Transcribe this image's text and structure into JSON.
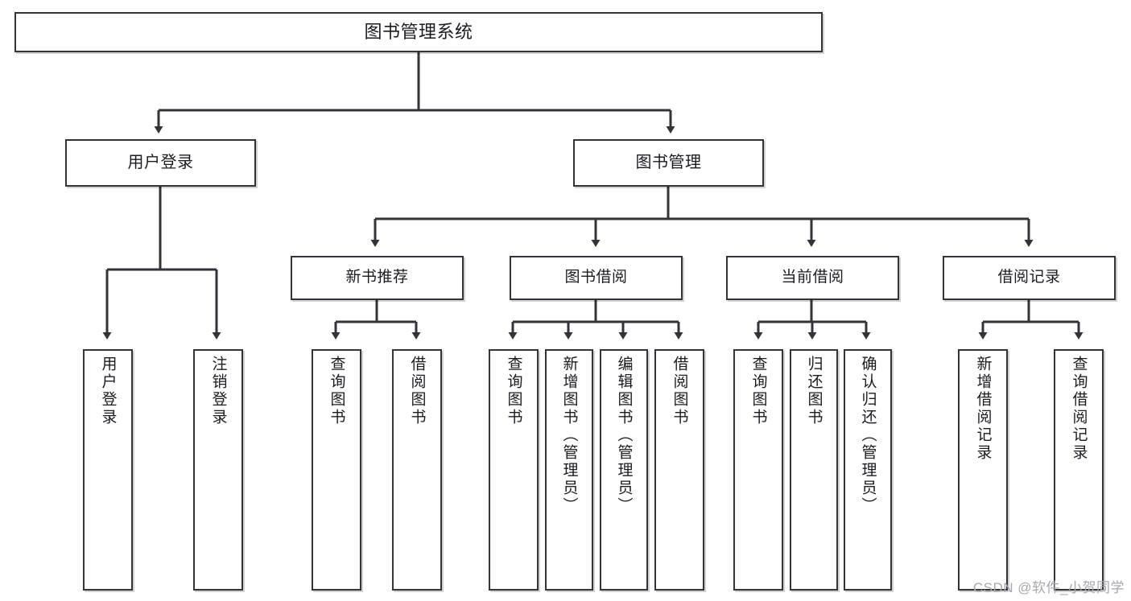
{
  "diagram": {
    "title": "图书管理系统",
    "type": "tree-hierarchy-diagram",
    "watermark": "CSDN @软件_小贺同学",
    "colors": {
      "box_border": "#33333a",
      "box_fill": "#ffffff",
      "edge": "#33333a",
      "text": "#1b1b22",
      "watermark": "#a7a7ad"
    },
    "nodes": {
      "root": {
        "label": "图书管理系统",
        "level": 0,
        "orientation": "horizontal"
      },
      "l1": [
        {
          "id": "user-login",
          "label": "用户登录",
          "level": 1,
          "orientation": "horizontal"
        },
        {
          "id": "book-manage",
          "label": "图书管理",
          "level": 1,
          "orientation": "horizontal"
        }
      ],
      "l2": [
        {
          "id": "new-book-rec",
          "label": "新书推荐",
          "level": 2,
          "orientation": "horizontal"
        },
        {
          "id": "book-borrow",
          "label": "图书借阅",
          "level": 2,
          "orientation": "horizontal"
        },
        {
          "id": "current-borrow",
          "label": "当前借阅",
          "level": 2,
          "orientation": "horizontal"
        },
        {
          "id": "borrow-record",
          "label": "借阅记录",
          "level": 2,
          "orientation": "horizontal"
        }
      ],
      "leaves": [
        {
          "id": "leaf-user-login",
          "label": "用户登录",
          "parent": "user-login",
          "orientation": "vertical"
        },
        {
          "id": "leaf-user-logout",
          "label": "注销登录",
          "parent": "user-login",
          "orientation": "vertical"
        },
        {
          "id": "leaf-query-book-1",
          "label": "查询图书",
          "parent": "new-book-rec",
          "orientation": "vertical"
        },
        {
          "id": "leaf-borrow-book-1",
          "label": "借阅图书",
          "parent": "new-book-rec",
          "orientation": "vertical"
        },
        {
          "id": "leaf-query-book-2",
          "label": "查询图书",
          "parent": "book-borrow",
          "orientation": "vertical"
        },
        {
          "id": "leaf-add-book",
          "label": "新增图书（管理员）",
          "parent": "book-borrow",
          "orientation": "vertical"
        },
        {
          "id": "leaf-edit-book",
          "label": "编辑图书（管理员）",
          "parent": "book-borrow",
          "orientation": "vertical"
        },
        {
          "id": "leaf-borrow-book-2",
          "label": "借阅图书",
          "parent": "book-borrow",
          "orientation": "vertical"
        },
        {
          "id": "leaf-query-book-3",
          "label": "查询图书",
          "parent": "current-borrow",
          "orientation": "vertical"
        },
        {
          "id": "leaf-return-book",
          "label": "归还图书",
          "parent": "current-borrow",
          "orientation": "vertical"
        },
        {
          "id": "leaf-confirm-return",
          "label": "确认归还（管理员）",
          "parent": "current-borrow",
          "orientation": "vertical"
        },
        {
          "id": "leaf-add-record",
          "label": "新增借阅记录",
          "parent": "borrow-record",
          "orientation": "vertical"
        },
        {
          "id": "leaf-query-record",
          "label": "查询借阅记录",
          "parent": "borrow-record",
          "orientation": "vertical"
        }
      ]
    }
  }
}
